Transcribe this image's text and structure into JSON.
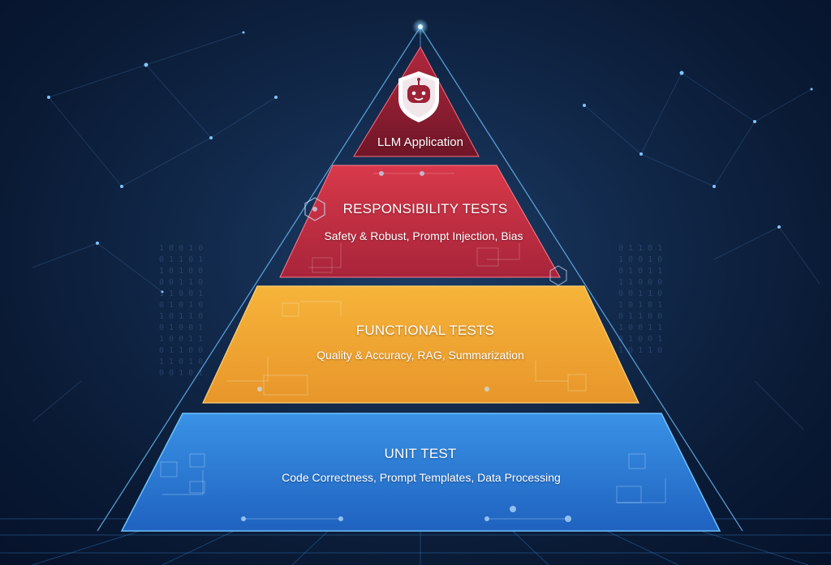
{
  "diagram": {
    "tiers": [
      {
        "id": "llm-application",
        "label": "LLM Application",
        "color": "#8a1f33",
        "icon": "robot-shield-icon"
      },
      {
        "id": "responsibility-tests",
        "title": "RESPONSIBILITY TESTS",
        "subtitle": "Safety & Robust, Prompt Injection, Bias",
        "color": "#c73243"
      },
      {
        "id": "functional-tests",
        "title": "FUNCTIONAL TESTS",
        "subtitle": "Quality & Accuracy, RAG, Summarization",
        "color": "#f0a830"
      },
      {
        "id": "unit-test",
        "title": "UNIT TEST",
        "subtitle": "Code Correctness, Prompt Templates, Data Processing",
        "color": "#2f7fd6"
      }
    ],
    "accent_color": "#6fc3ff"
  }
}
